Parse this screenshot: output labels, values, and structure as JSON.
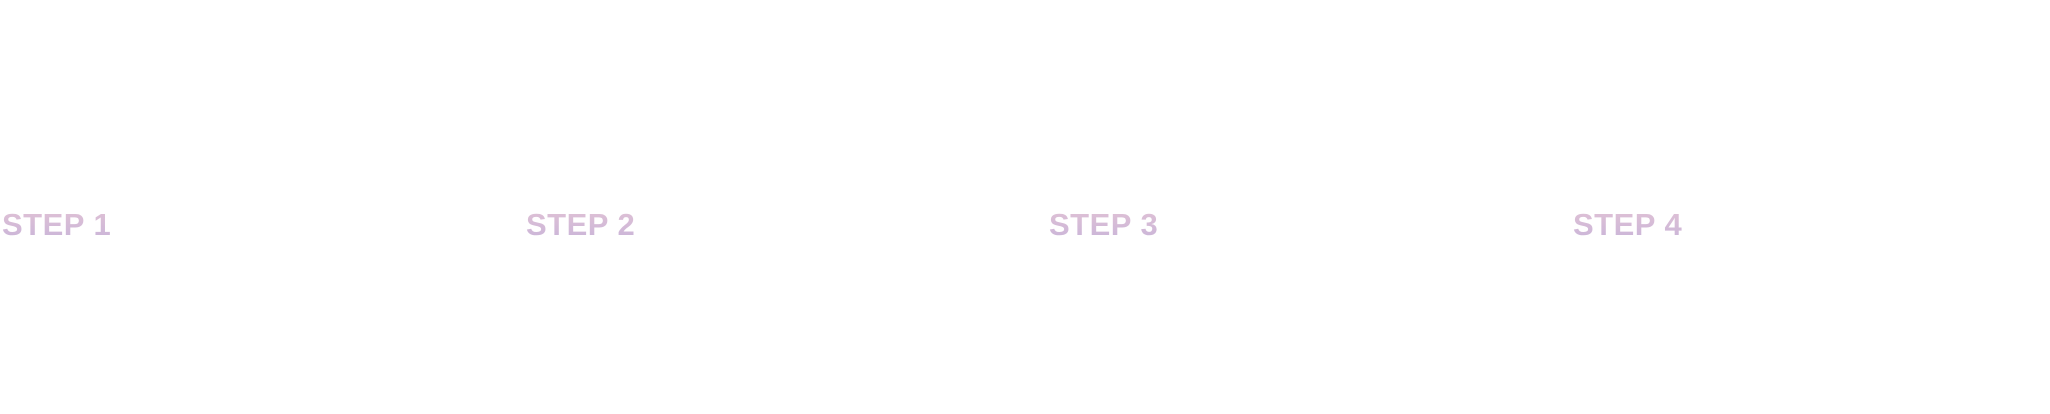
{
  "steps": [
    {
      "label": "STEP 1"
    },
    {
      "label": "STEP 2"
    },
    {
      "label": "STEP 3"
    },
    {
      "label": "STEP 4"
    }
  ],
  "colors": {
    "gradient_top": "#e2c3d5",
    "gradient_bottom": "#c7b3d9"
  }
}
